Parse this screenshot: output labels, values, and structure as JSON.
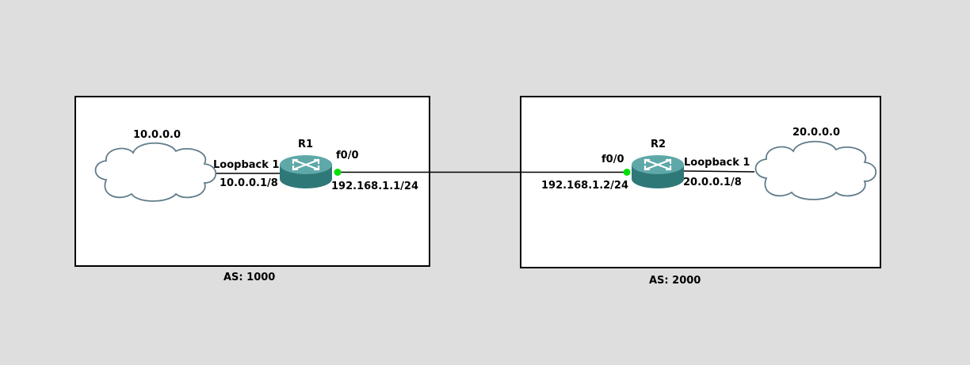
{
  "colors": {
    "background": "#dedede",
    "box_fill": "#ffffff",
    "box_border": "#000000",
    "cloud_stroke": "#607d8b",
    "router_teal": "#3a8a8a",
    "router_top": "#5fa8a8",
    "link_line": "#000000",
    "port_dot": "#00e000"
  },
  "as_zones": [
    {
      "label": "AS: 1000"
    },
    {
      "label": "AS: 2000"
    }
  ],
  "routers": [
    {
      "name": "R1",
      "icon": "router-icon"
    },
    {
      "name": "R2",
      "icon": "router-icon"
    }
  ],
  "clouds": [
    {
      "label": "10.0.0.0",
      "icon": "cloud-icon"
    },
    {
      "label": "20.0.0.0",
      "icon": "cloud-icon"
    }
  ],
  "interfaces": {
    "r1_loopback_name": "Loopback 1",
    "r1_loopback_ip": "10.0.0.1/8",
    "r1_f0_name": "f0/0",
    "r1_f0_ip": "192.168.1.1/24",
    "r2_f0_name": "f0/0",
    "r2_f0_ip": "192.168.1.2/24",
    "r2_loopback_name": "Loopback 1",
    "r2_loopback_ip": "20.0.0.1/8"
  }
}
